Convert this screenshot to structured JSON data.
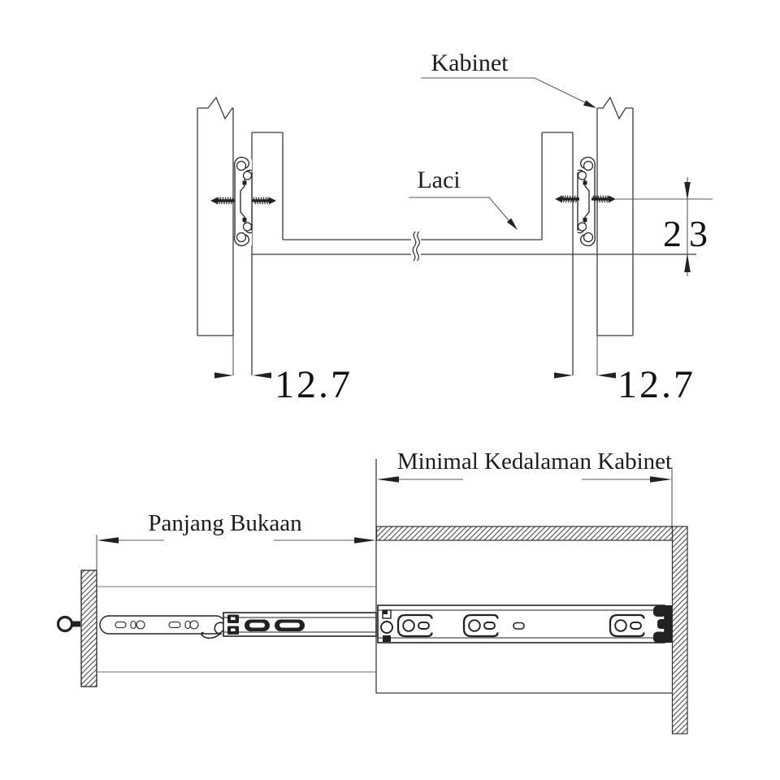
{
  "top_view": {
    "kabinet_label": "Kabinet",
    "laci_label": "Laci",
    "clearance_left": "12.7",
    "clearance_right": "12.7",
    "height_dim": "23"
  },
  "side_view": {
    "opening_length_label": "Panjang Bukaan",
    "cabinet_depth_label": "Minimal Kedalaman Kabinet"
  },
  "colors": {
    "ink": "#222222",
    "panel_line": "#3a3a3a",
    "dim_line": "#5a5a5a",
    "soft_line": "#707070",
    "background": "#ffffff"
  }
}
